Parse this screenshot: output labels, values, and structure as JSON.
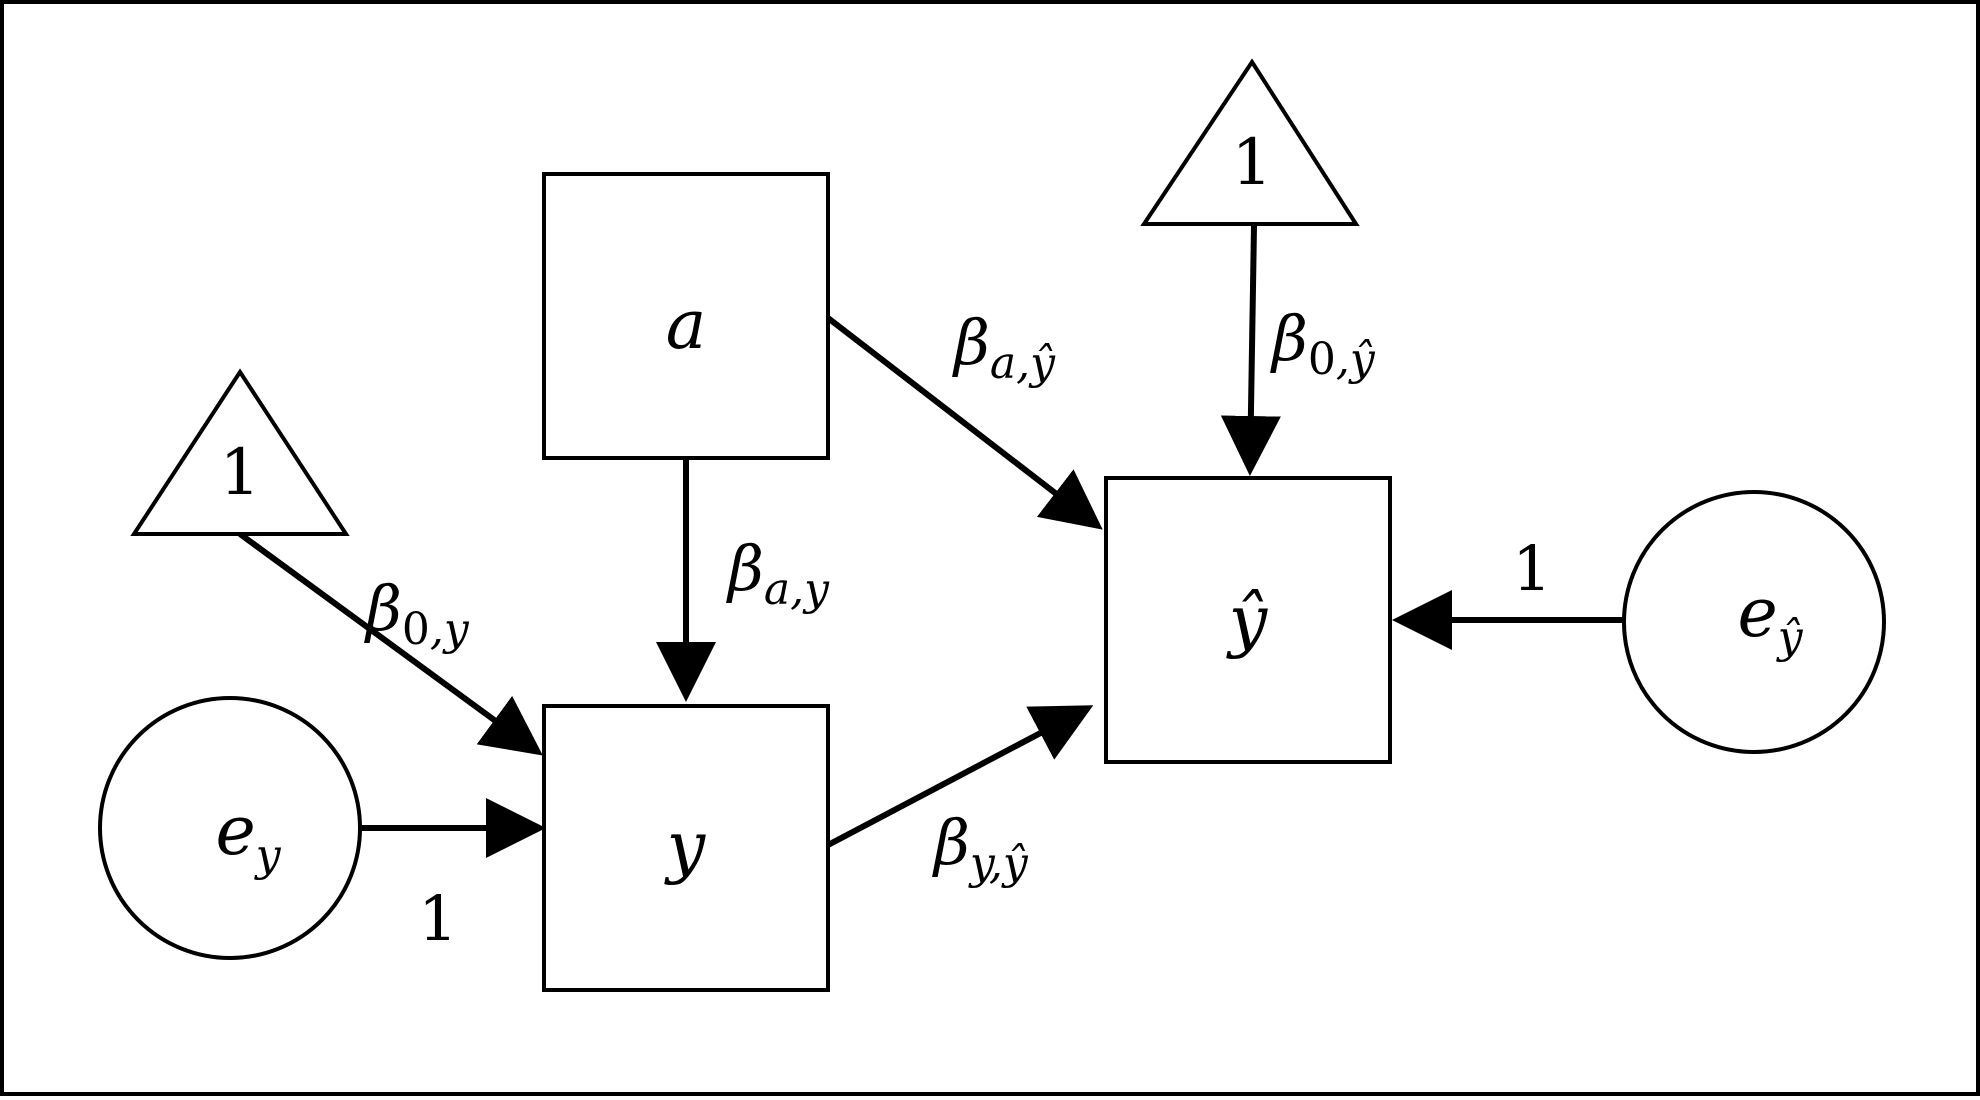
{
  "diagram": {
    "nodes": {
      "a": {
        "label": "a"
      },
      "y": {
        "label": "y"
      },
      "yhat": {
        "label": "ŷ"
      },
      "const_y": {
        "label": "1"
      },
      "const_yhat": {
        "label": "1"
      },
      "e_y": {
        "label": "e",
        "sub": "y"
      },
      "e_yhat": {
        "label": "e",
        "sub": "ŷ"
      }
    },
    "edges": {
      "a_to_yhat": {
        "label": "β",
        "sub": "a,ŷ"
      },
      "const_to_yhat": {
        "label": "β",
        "sub_zero": "0",
        "sub_rest": ",ŷ"
      },
      "a_to_y": {
        "label": "β",
        "sub": "a,y"
      },
      "const_to_y": {
        "label": "β",
        "sub_zero": "0",
        "sub_rest": ",y"
      },
      "y_to_yhat": {
        "label": "β",
        "sub": "y,ŷ"
      },
      "ey_to_y": {
        "label": "1"
      },
      "eyhat_to_yhat": {
        "label": "1"
      }
    }
  }
}
